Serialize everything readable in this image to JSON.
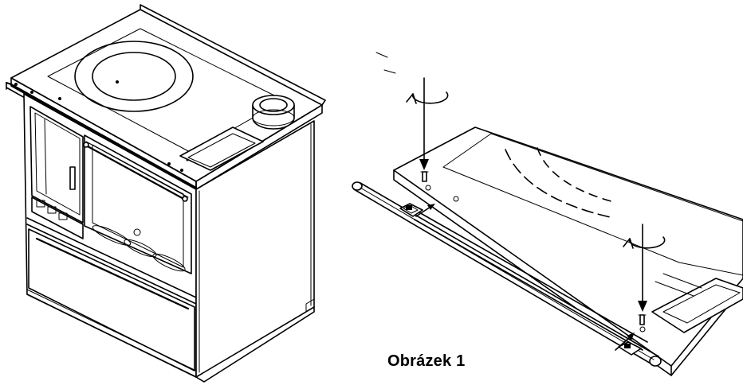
{
  "figure": {
    "caption": "Obrázek 1"
  },
  "left_view": {
    "subject": "stove-isometric"
  },
  "right_view": {
    "subject": "towel-rail-mounting-detail"
  },
  "icons": [
    "rotate-screw-icon",
    "arrow-down-icon",
    "screw-icon",
    "bracket-icon"
  ]
}
